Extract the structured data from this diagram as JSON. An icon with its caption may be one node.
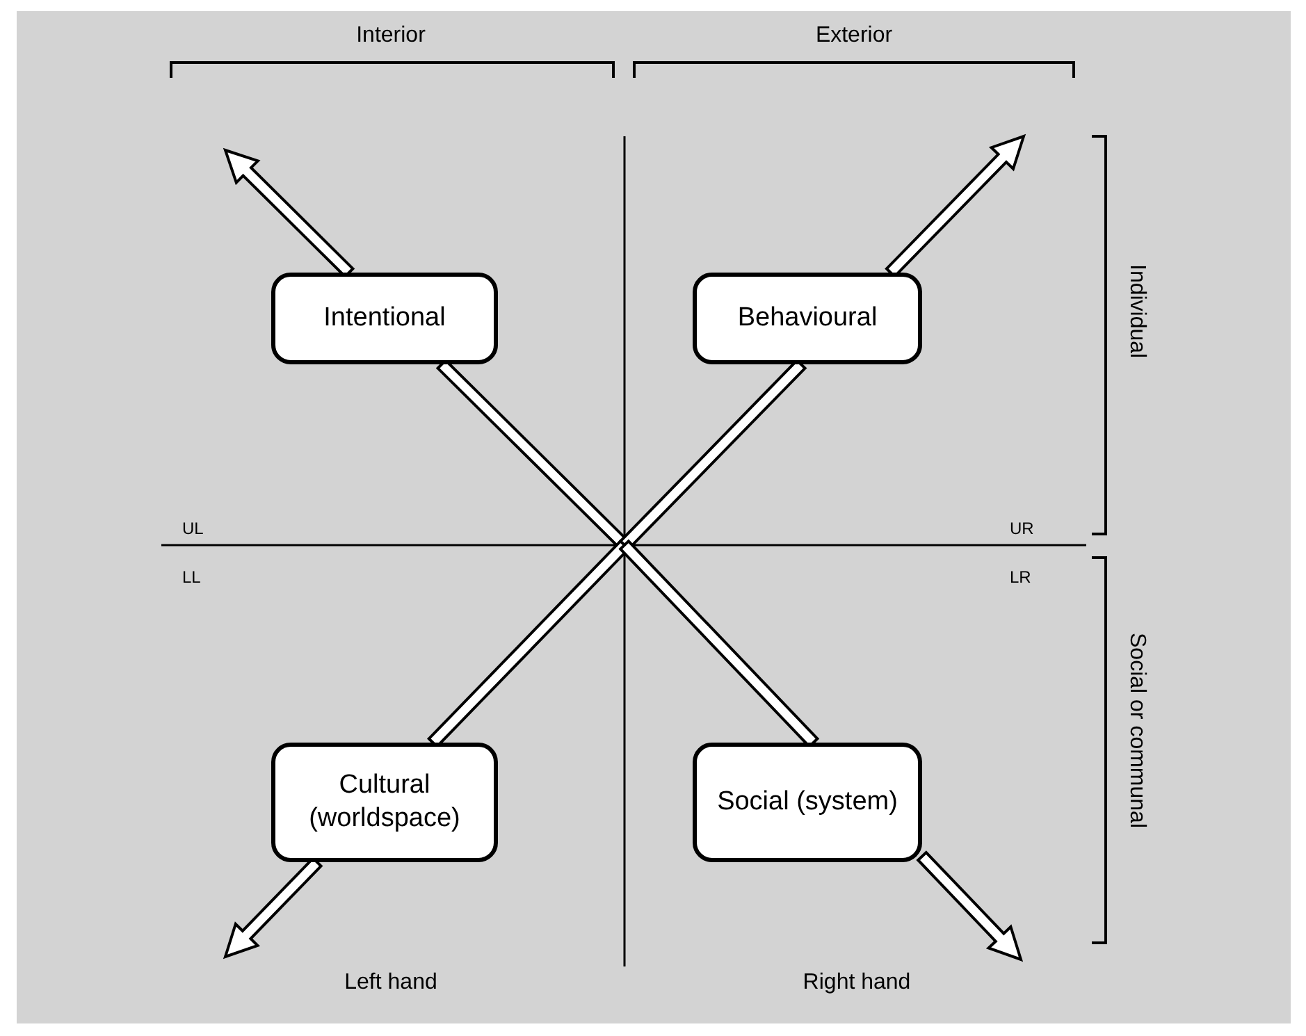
{
  "diagram": {
    "nodes": [
      {
        "text": [
          "Intentional"
        ]
      },
      {
        "text": [
          "Behavioural"
        ]
      },
      {
        "text": [
          "Cultural (worldspace)"
        ]
      },
      {
        "text": [
          "Social (system)"
        ]
      }
    ],
    "edges": [
      {
        "from": 0,
        "to": null,
        "arrow": "to"
      },
      {
        "from": 1,
        "to": null,
        "arrow": "to"
      },
      {
        "from": 2,
        "to": null,
        "arrow": "to"
      },
      {
        "from": 3,
        "to": null,
        "arrow": "to"
      }
    ],
    "labels": [
      "Interior",
      "Exterior",
      "Individual",
      "UL",
      "UR",
      "LL",
      "LR",
      "Social or communal",
      "Left hand",
      "Right hand"
    ]
  }
}
